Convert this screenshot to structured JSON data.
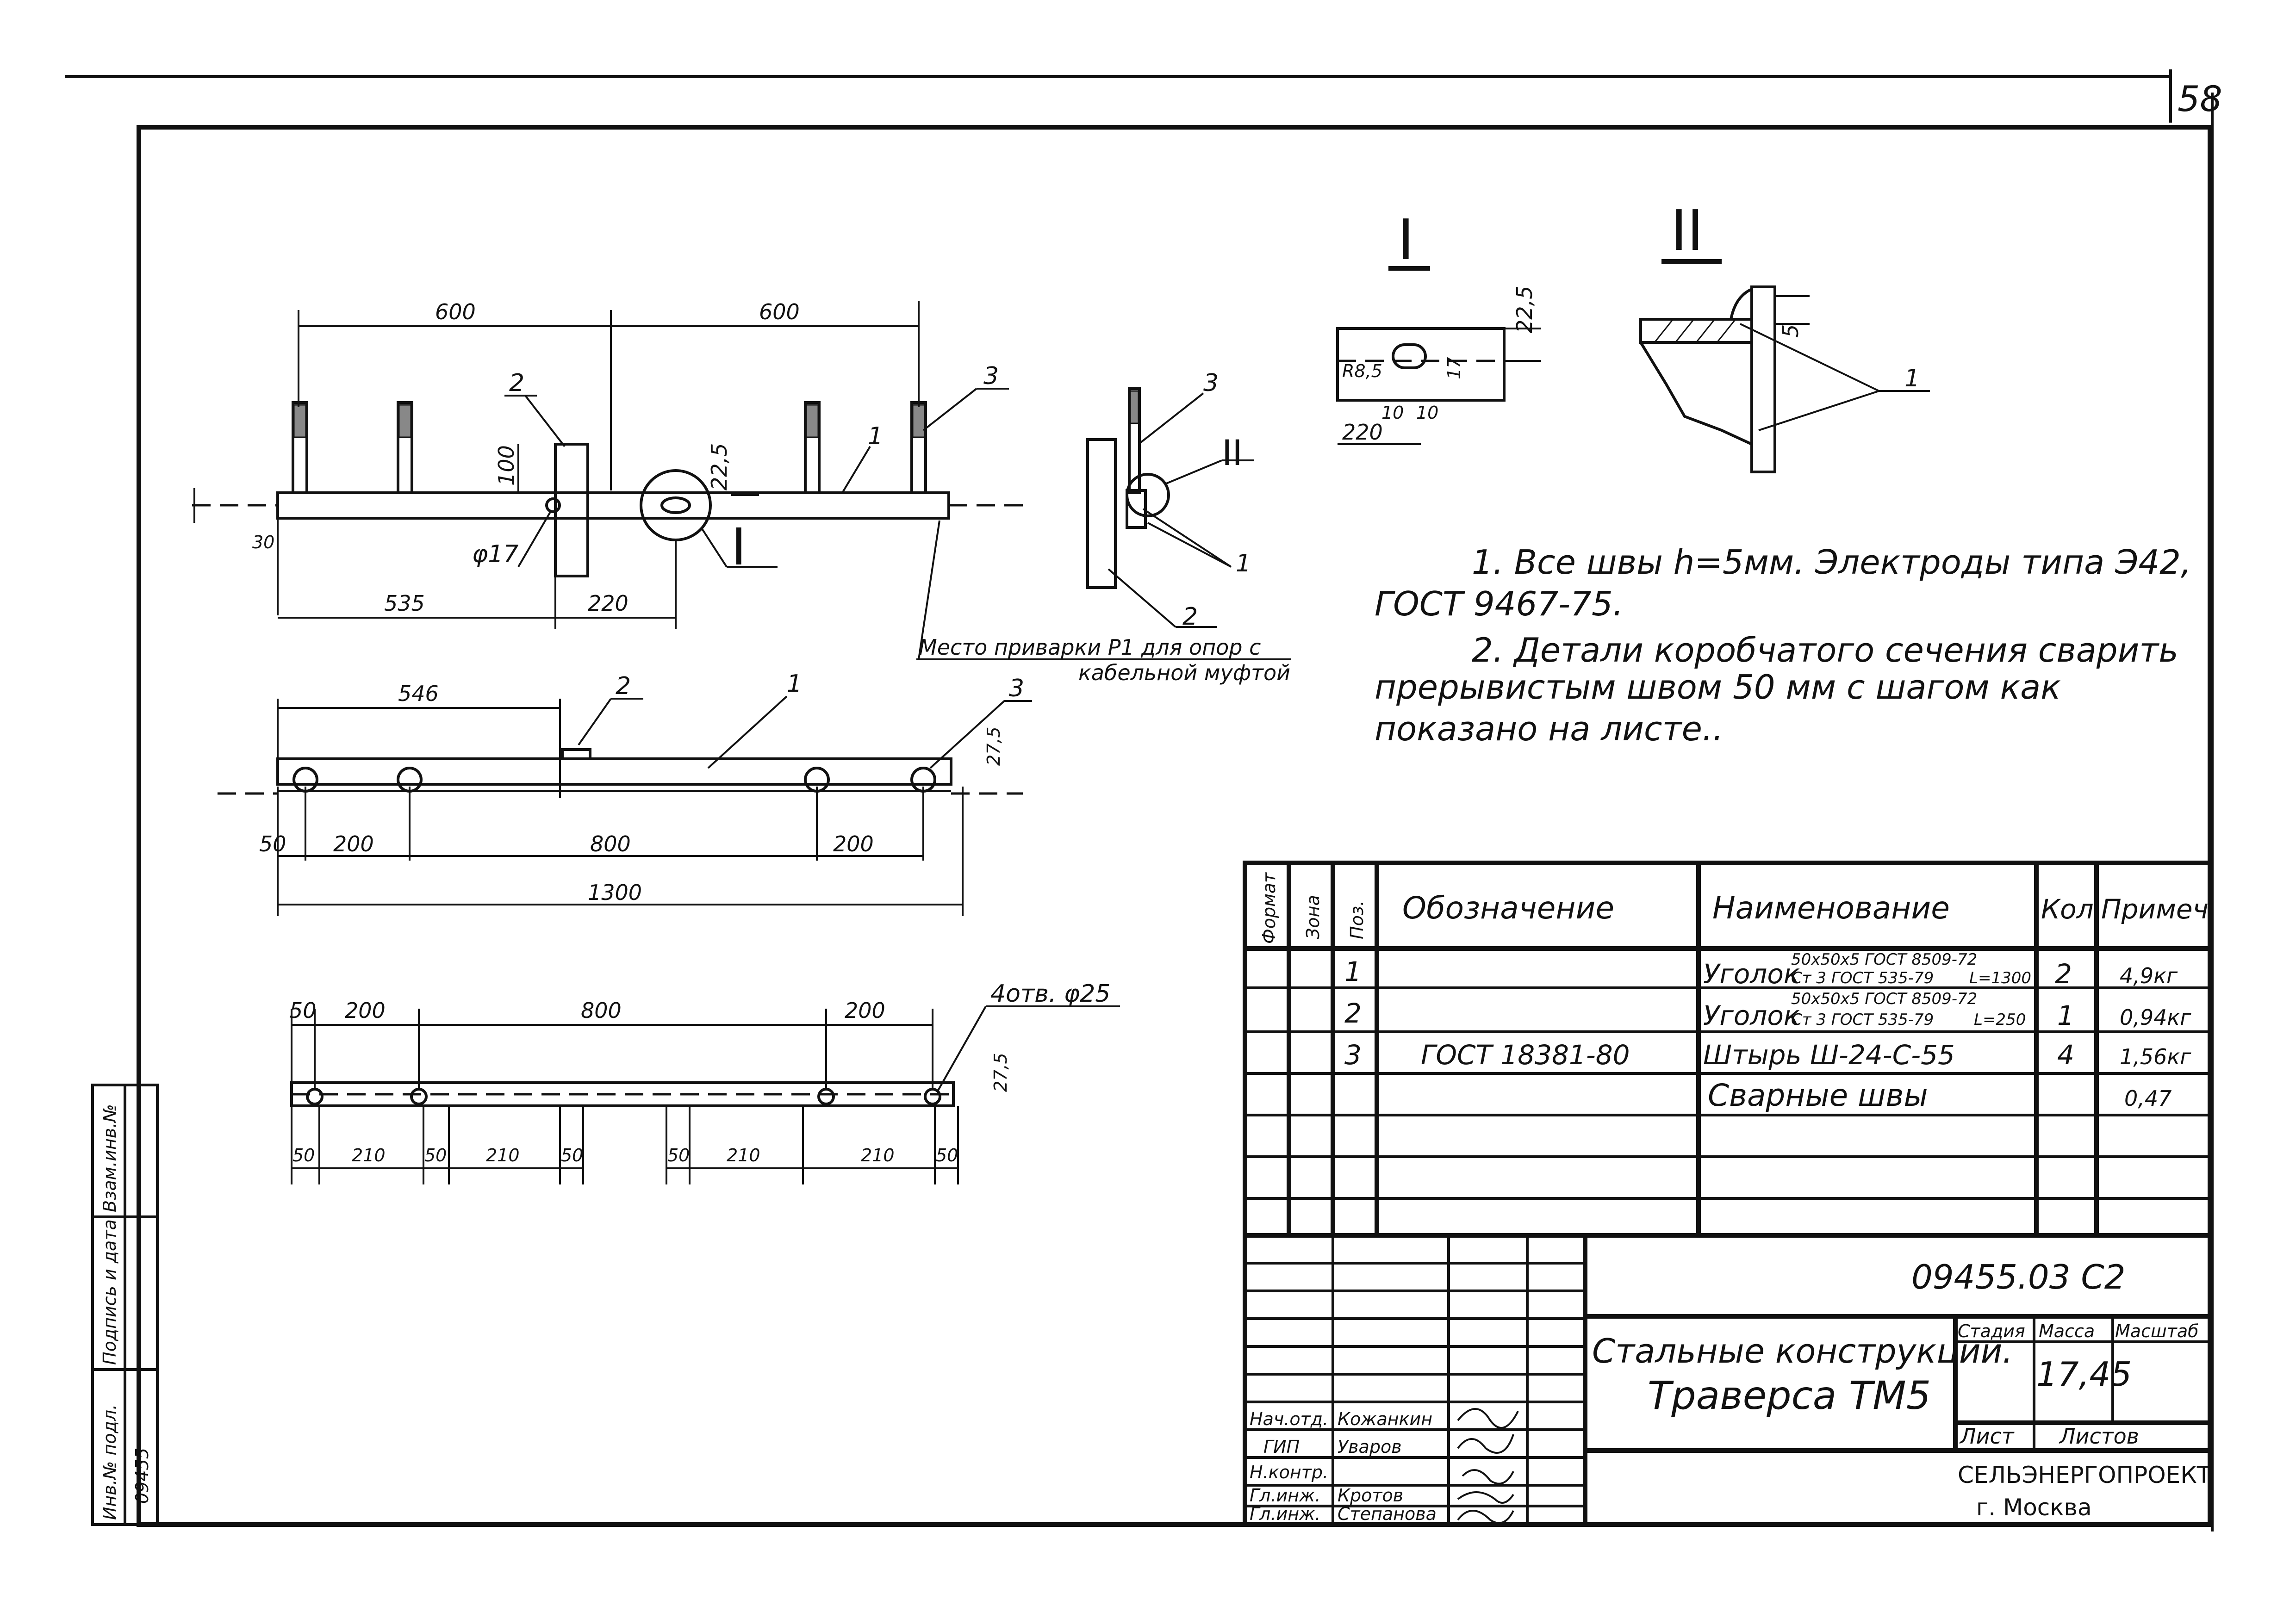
{
  "sheet": {
    "number": "58"
  },
  "main_view": {
    "dims_top": [
      "600",
      "600"
    ],
    "dims_bottom": [
      "535",
      "220"
    ],
    "dims_side": [
      "100",
      "22,5",
      "30"
    ],
    "hole_label": "φ17",
    "section_mark": "I",
    "callouts": [
      "2",
      "1",
      "3"
    ],
    "weld_note_1": "Место приварки Р1 для опор с",
    "weld_note_2": "кабельной муфтой"
  },
  "side_view": {
    "callouts": [
      "3",
      "II",
      "1",
      "2"
    ]
  },
  "detail_I": {
    "title": "I",
    "dims": [
      "22,5",
      "R8,5",
      "17",
      "10",
      "10",
      "220"
    ]
  },
  "detail_II": {
    "title": "II",
    "dims": [
      "5"
    ],
    "callout": "1"
  },
  "plan_view": {
    "dims_top": [
      "546"
    ],
    "dims_bottom": [
      "50",
      "200",
      "800",
      "200"
    ],
    "total": "1300",
    "side_dim": "27,5",
    "callouts": [
      "2",
      "1",
      "3"
    ]
  },
  "angle_view": {
    "dims_top": [
      "50",
      "200",
      "800",
      "200"
    ],
    "hole_note": "4отв. φ25",
    "side_dim": "27,5",
    "dims_bottom": [
      "50",
      "210",
      "50",
      "210",
      "50",
      "50",
      "210",
      "210",
      "50"
    ]
  },
  "notes": {
    "line1": "1. Все швы h=5мм. Электроды типа Э42,",
    "line2": "ГОСТ 9467-75.",
    "line3": "2. Детали коробчатого сечения сварить",
    "line4": "прерывистым швом 50 мм с шагом как",
    "line5": "показано на листе.."
  },
  "spec_table": {
    "headers": [
      "Формат",
      "Зона",
      "Поз.",
      "Обозначение",
      "Наименование",
      "Кол.",
      "Примеч"
    ],
    "rows": [
      {
        "pos": "1",
        "designation": "",
        "name": "Уголок",
        "name_sup": "50х50х5 ГОСТ 8509-72",
        "name_sub": "Ст 3 ГОСТ 535-79",
        "length": "L=1300",
        "qty": "2",
        "note": "4,9кг"
      },
      {
        "pos": "2",
        "designation": "",
        "name": "Уголок",
        "name_sup": "50х50х5 ГОСТ 8509-72",
        "name_sub": "Ст 3 ГОСТ 535-79",
        "length": "L=250",
        "qty": "1",
        "note": "0,94кг"
      },
      {
        "pos": "3",
        "designation": "ГОСТ 18381-80",
        "name": "Штырь Ш-24-С-55",
        "name_sup": "",
        "name_sub": "",
        "length": "",
        "qty": "4",
        "note": "1,56кг"
      },
      {
        "pos": "",
        "designation": "",
        "name": "Сварные швы",
        "name_sup": "",
        "name_sub": "",
        "length": "",
        "qty": "",
        "note": "0,47"
      }
    ]
  },
  "title_block": {
    "code": "09455.03 С2",
    "title_1": "Стальные конструкции.",
    "title_2": "Траверса ТМ5",
    "col_stage": "Стадия",
    "col_mass": "Масса",
    "col_scale": "Масштаб",
    "mass": "17,45",
    "sheet_label": "Лист",
    "sheets_label": "Листов",
    "org_1": "СЕЛЬЭНЕРГОПРОЕКТ",
    "org_2": "г. Москва",
    "roles": [
      "Нач.отд.",
      "ГИП",
      "Н.контр.",
      "Гл.инж.",
      "Гл.инж."
    ],
    "names": [
      "Кожанкин",
      "Уваров",
      "",
      "Кротов",
      "Степанова"
    ]
  },
  "side_stamp": {
    "field_1": "Инв.№ подл.",
    "field_2": "Подпись и дата",
    "field_3": "Взам.инв.№",
    "inv_number": "09455"
  }
}
